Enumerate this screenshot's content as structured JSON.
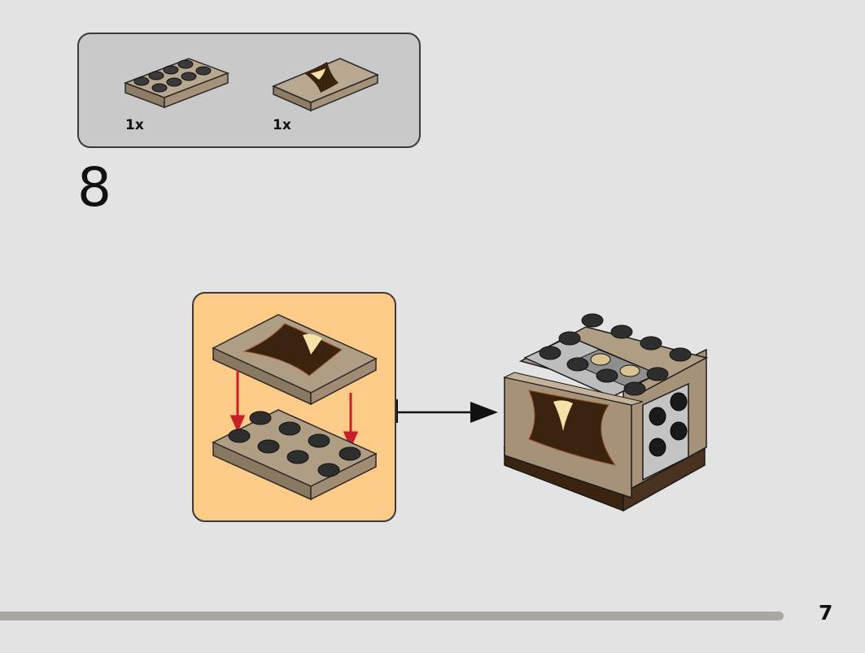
{
  "parts_list": {
    "items": [
      {
        "icon": "tan-plate-2x4-icon",
        "qty": "1x"
      },
      {
        "icon": "printed-tan-tile-2x4-icon",
        "qty": "1x"
      }
    ]
  },
  "step": {
    "number": "8"
  },
  "page": {
    "number": "7"
  },
  "colors": {
    "background": "#e3e3e3",
    "parts_panel": "#c9c9c9",
    "callout_panel": "#fdcb88",
    "tan_brick": "#9d8b73",
    "dark_tan_print": "#3a2410",
    "arrow_red": "#c8202a",
    "progress_bar": "#aaa6a1"
  }
}
